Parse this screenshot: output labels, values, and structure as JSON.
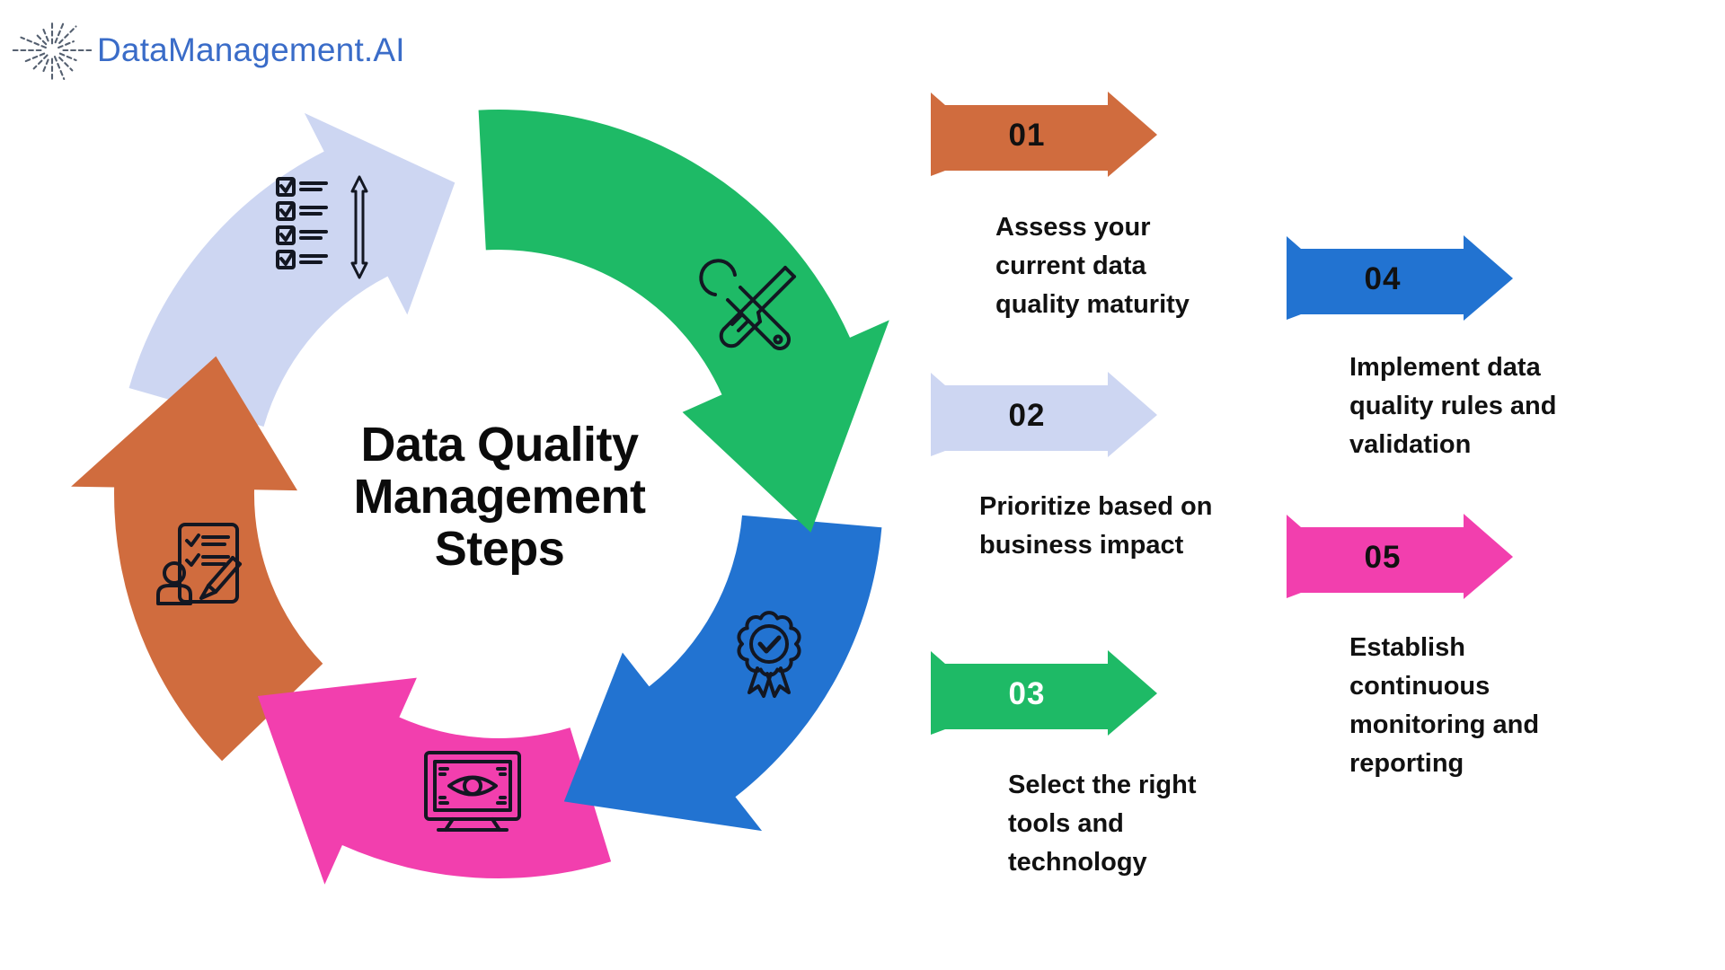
{
  "logo": {
    "brand": "DataManagement.AI",
    "icon": "starburst",
    "text_color": "#3A6CC8",
    "icon_color": "#556070"
  },
  "diagram": {
    "title": "Data Quality Management Steps",
    "title_color": "#0b0b0b",
    "segments": [
      {
        "id": "prioritize",
        "color": "#CDD6F2",
        "icon": "checklist-sort-icon"
      },
      {
        "id": "assess",
        "color": "#D06C3E",
        "icon": "person-checklist-icon"
      },
      {
        "id": "monitor",
        "color": "#F23FAE",
        "icon": "monitor-eye-icon"
      },
      {
        "id": "implement",
        "color": "#2273D1",
        "icon": "award-check-icon"
      },
      {
        "id": "tools",
        "color": "#1EBA66",
        "icon": "wrench-screwdriver-icon"
      }
    ]
  },
  "steps": [
    {
      "number": "01",
      "color": "#D06C3E",
      "number_color": "#111111",
      "description": "Assess your current data quality maturity"
    },
    {
      "number": "02",
      "color": "#CDD6F2",
      "number_color": "#111111",
      "description": "Prioritize based on business impact"
    },
    {
      "number": "03",
      "color": "#1EBA66",
      "number_color": "#FFFFFF",
      "description": "Select the right tools and technology"
    },
    {
      "number": "04",
      "color": "#2273D1",
      "number_color": "#111111",
      "description": "Implement data quality rules and validation"
    },
    {
      "number": "05",
      "color": "#F23FAE",
      "number_color": "#111111",
      "description": "Establish continuous monitoring and reporting"
    }
  ]
}
